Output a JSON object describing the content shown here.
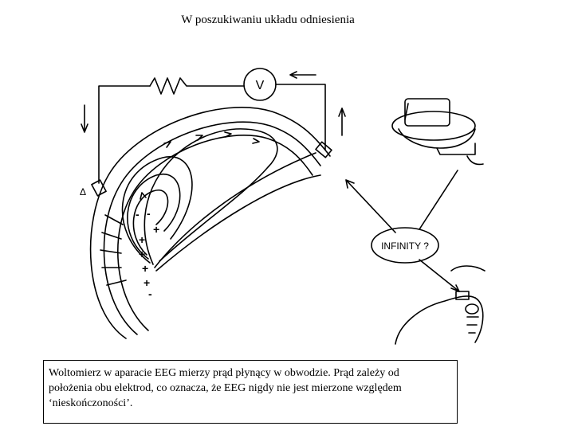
{
  "slide": {
    "title": "W poszukiwaniu układu odniesienia"
  },
  "diagram": {
    "voltmeter_label": "V",
    "electrode_label": "Δ",
    "infinity_label": "INFINITY ?",
    "dipole_signs": [
      "-",
      "-",
      "+",
      "+",
      "+",
      "+",
      "+",
      "-"
    ],
    "colors": {
      "ink": "#000000",
      "background": "#ffffff"
    }
  },
  "caption": {
    "line1": "Woltomierz w aparacie EEG mierzy prąd płynący w obwodzie.  Prąd zależy od",
    "line2": "położenia obu elektrod, co oznacza, że EEG nigdy nie jest mierzone względem",
    "line3": "‘nieskończoności’."
  }
}
